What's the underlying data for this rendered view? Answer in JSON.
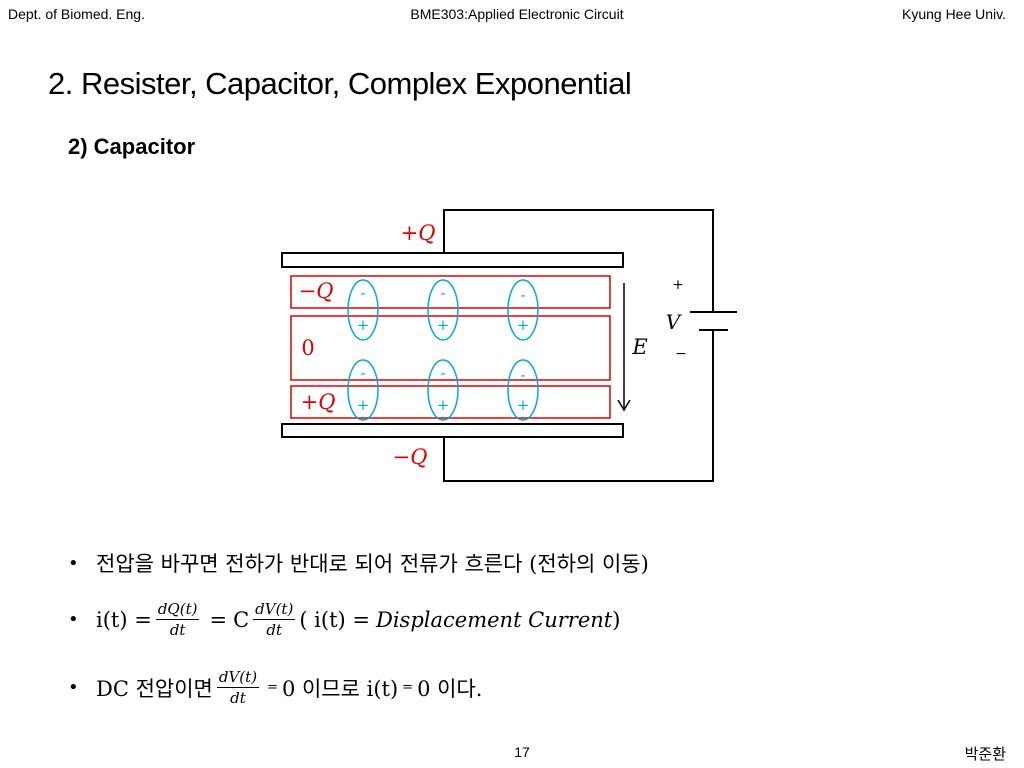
{
  "header": {
    "left": "Dept. of Biomed. Eng.",
    "center": "BME303:Applied Electronic Circuit",
    "right": "Kyung Hee Univ."
  },
  "title": "2. Resister, Capacitor, Complex Exponential",
  "section": "2) Capacitor",
  "diagram": {
    "top_plate_charge": "+Q",
    "bottom_plate_charge": "−Q",
    "layer_top_charge": "−Q",
    "layer_mid_charge": "0",
    "layer_bottom_charge": "+Q",
    "dipole_minus": "-",
    "dipole_plus": "+",
    "field_label": "E",
    "battery_plus": "+",
    "battery_label": "V",
    "battery_minus": "−",
    "colors": {
      "charge": "#e00000",
      "dipole": "#00a8e0",
      "wire": "#000000"
    }
  },
  "bullets": {
    "b1": "전압을 바꾸면 전하가 반대로 되어 전류가 흐른다 (전하의 이동)",
    "b2_lhs": "i(t) =",
    "b2_frac1_num": "dQ(t)",
    "b2_frac1_den": "dt",
    "b2_eq": "=",
    "b2_c": "C",
    "b2_frac2_num": "dV(t)",
    "b2_frac2_den": "dt",
    "b2_paren_open": "( i(t) =",
    "b2_disp": "Displacement Current",
    "b2_paren_close": ")",
    "b3_pre": "DC 전압이면",
    "b3_frac_num": "dV(t)",
    "b3_frac_den": "dt",
    "b3_eq1": "=",
    "b3_mid": "0 이므로 i(t)",
    "b3_eq2": "=",
    "b3_end": "0 이다."
  },
  "footer": {
    "page": "17",
    "author": "박준환"
  }
}
